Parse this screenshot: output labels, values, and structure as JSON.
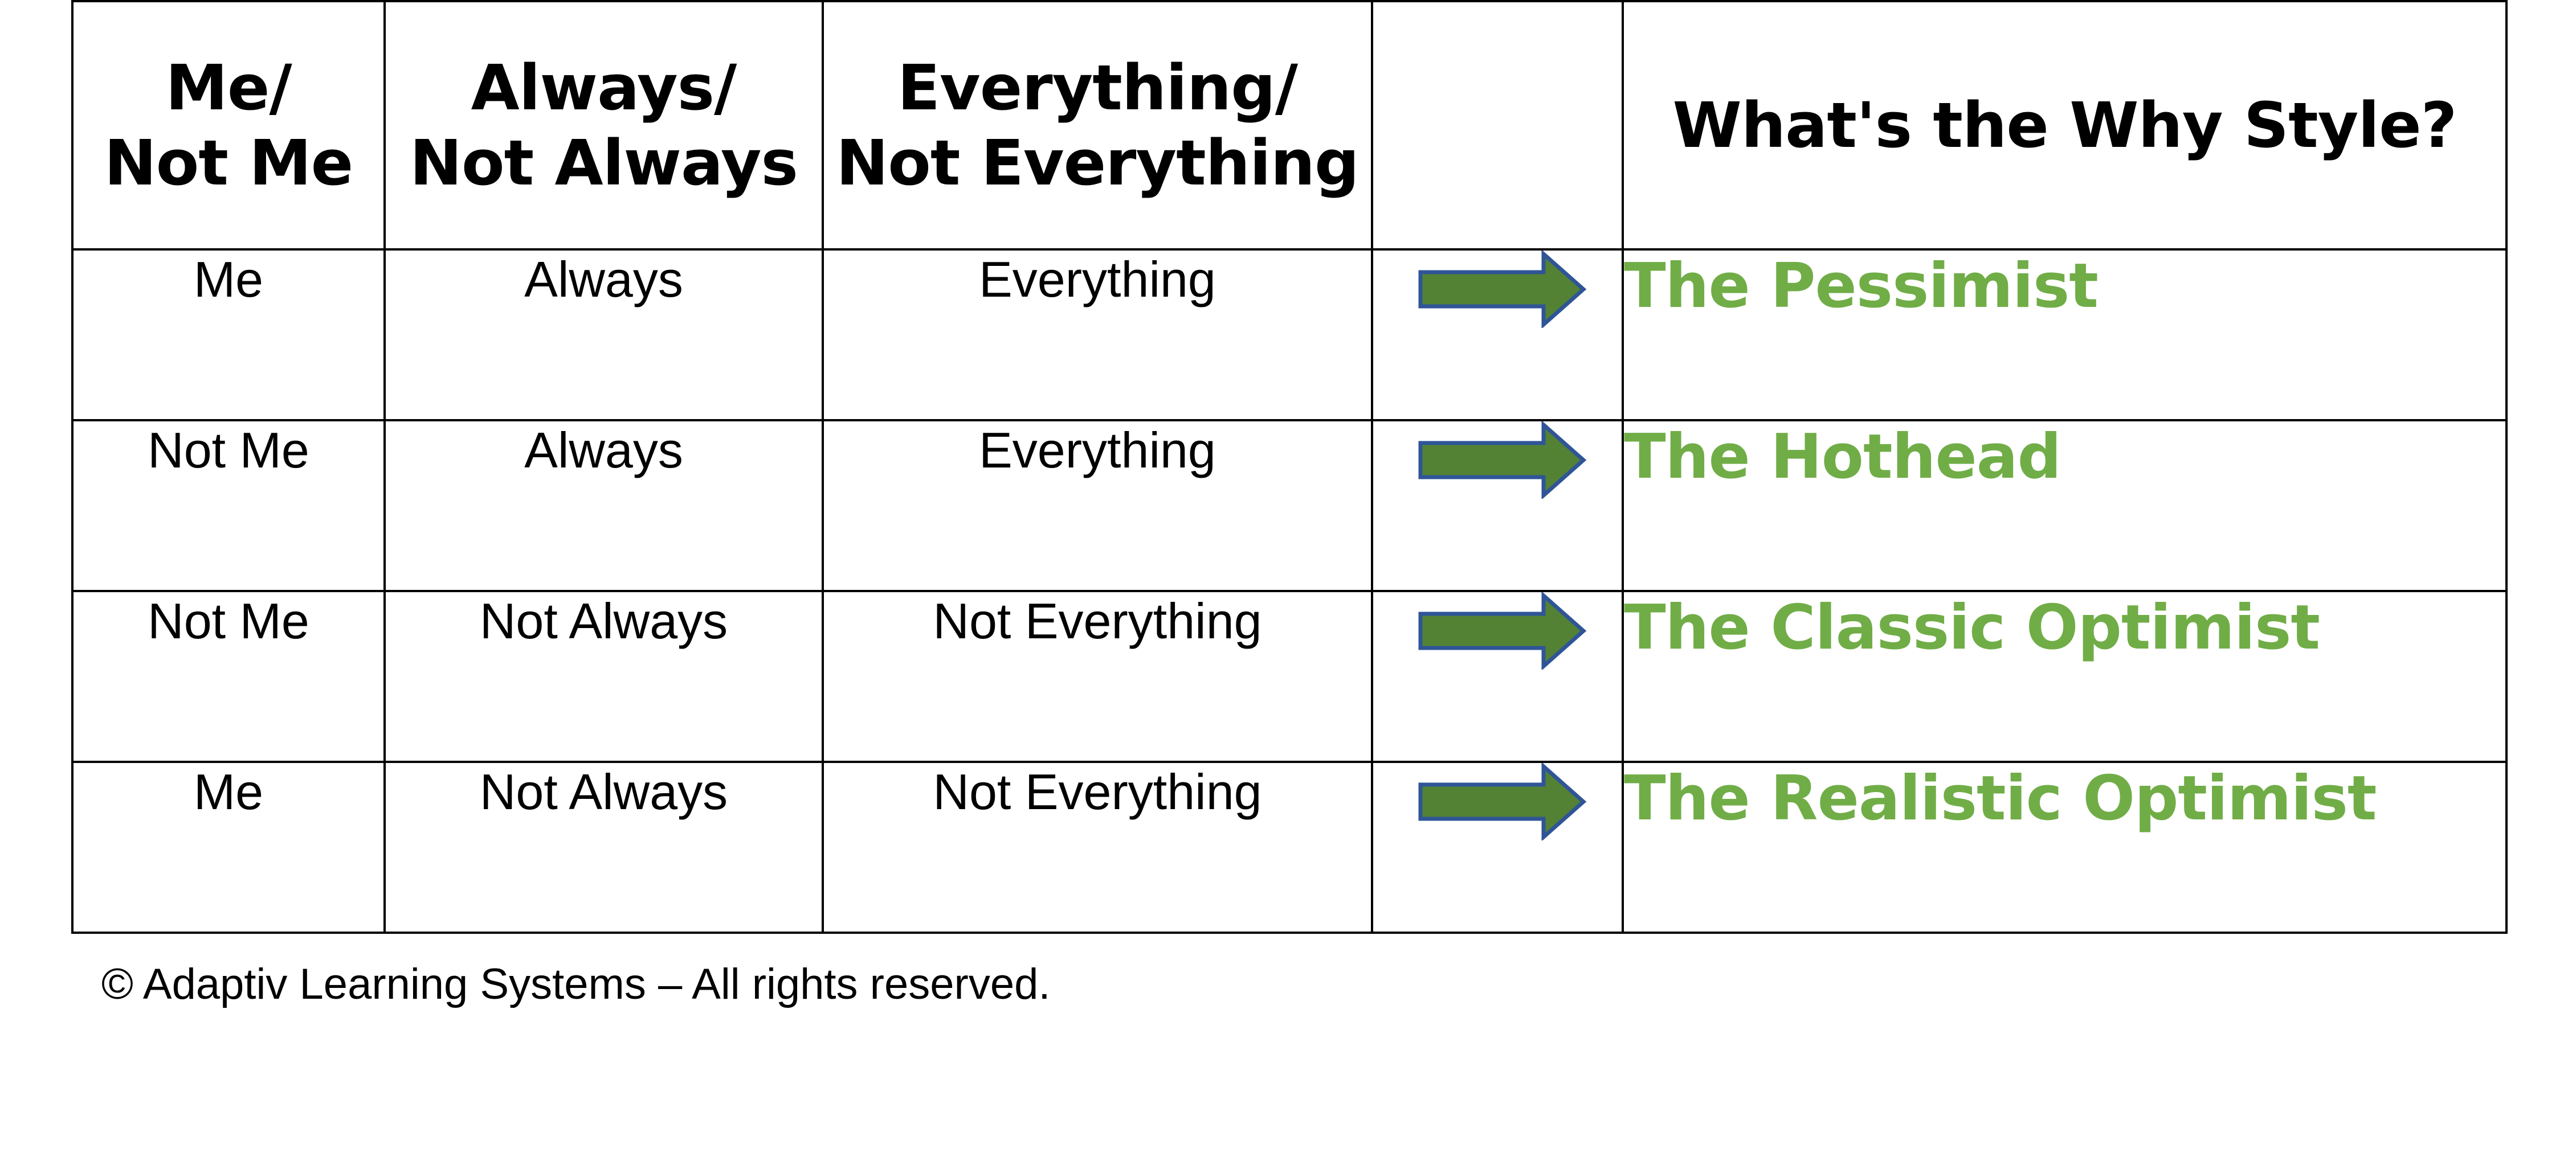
{
  "header": {
    "col1": [
      "Me/",
      "Not Me"
    ],
    "col2": [
      "Always/",
      "Not Always"
    ],
    "col3": [
      "Everything/",
      "Not Everything"
    ],
    "col4": "",
    "col5": "What's the Why Style?"
  },
  "rows": [
    {
      "me": "Me",
      "always": "Always",
      "everything": "Everything",
      "style": "The Pessimist"
    },
    {
      "me": "Not Me",
      "always": "Always",
      "everything": "Everything",
      "style": "The Hothead"
    },
    {
      "me": "Not Me",
      "always": "Not Always",
      "everything": "Not Everything",
      "style": "The Classic Optimist"
    },
    {
      "me": "Me",
      "always": "Not Always",
      "everything": "Not Everything",
      "style": "The Realistic Optimist"
    }
  ],
  "icons": {
    "row_arrow": "right-arrow-icon"
  },
  "colors": {
    "style_text": "#70ad47",
    "arrow_fill": "#548235",
    "arrow_stroke": "#2f5597",
    "border": "#000000"
  },
  "footer": {
    "copyright": "© Adaptiv Learning Systems – All rights reserved."
  }
}
